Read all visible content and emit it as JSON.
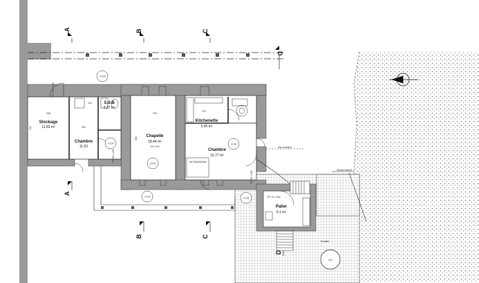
{
  "sections": {
    "a": "A",
    "b": "B",
    "c": "C",
    "d": "D"
  },
  "rooms": {
    "stockage": {
      "name": "Stockage",
      "area": "11.53 m²",
      "width": "266",
      "depth": "432"
    },
    "chambre1": {
      "name": "Chambre",
      "area": "11.53",
      "width": "300"
    },
    "sdb": {
      "name": "S.d.B",
      "area": "3.27 m²",
      "width": "140"
    },
    "chapelle": {
      "name": "Chapelle",
      "area": "18.44 m²",
      "note": "SG 0.00",
      "width": "329",
      "depth": "560"
    },
    "kitchenette": {
      "name": "Kitchenette",
      "area": "5.45 m²",
      "width": "247"
    },
    "chambre2": {
      "name": "Chambre",
      "area": "15.77 m²"
    },
    "palier": {
      "name": "Palier",
      "area": "5.1 m²"
    }
  },
  "levels": {
    "top": "+0.55",
    "left": "+0.50",
    "chapelle": "±0.00",
    "right": "+0.60",
    "bottom_left": "+0.05",
    "bottom_right": "+0.55"
  },
  "labels": {
    "pp_left": "PP 100 x 200",
    "pp_mid": "PP 90 x 200",
    "pp_palier": "PP 70 x 200",
    "pp_kitchen": "PP 90 x 200",
    "lits": "Lits Superposés",
    "stair_note": "Escalier",
    "mur_exist": "Mur existant",
    "terrain": "Terrain naturel",
    "tree": "Pin"
  },
  "colors": {
    "wall": "#9a9a9a",
    "ground": "#a6a6a6",
    "line": "#1a1a1a"
  }
}
